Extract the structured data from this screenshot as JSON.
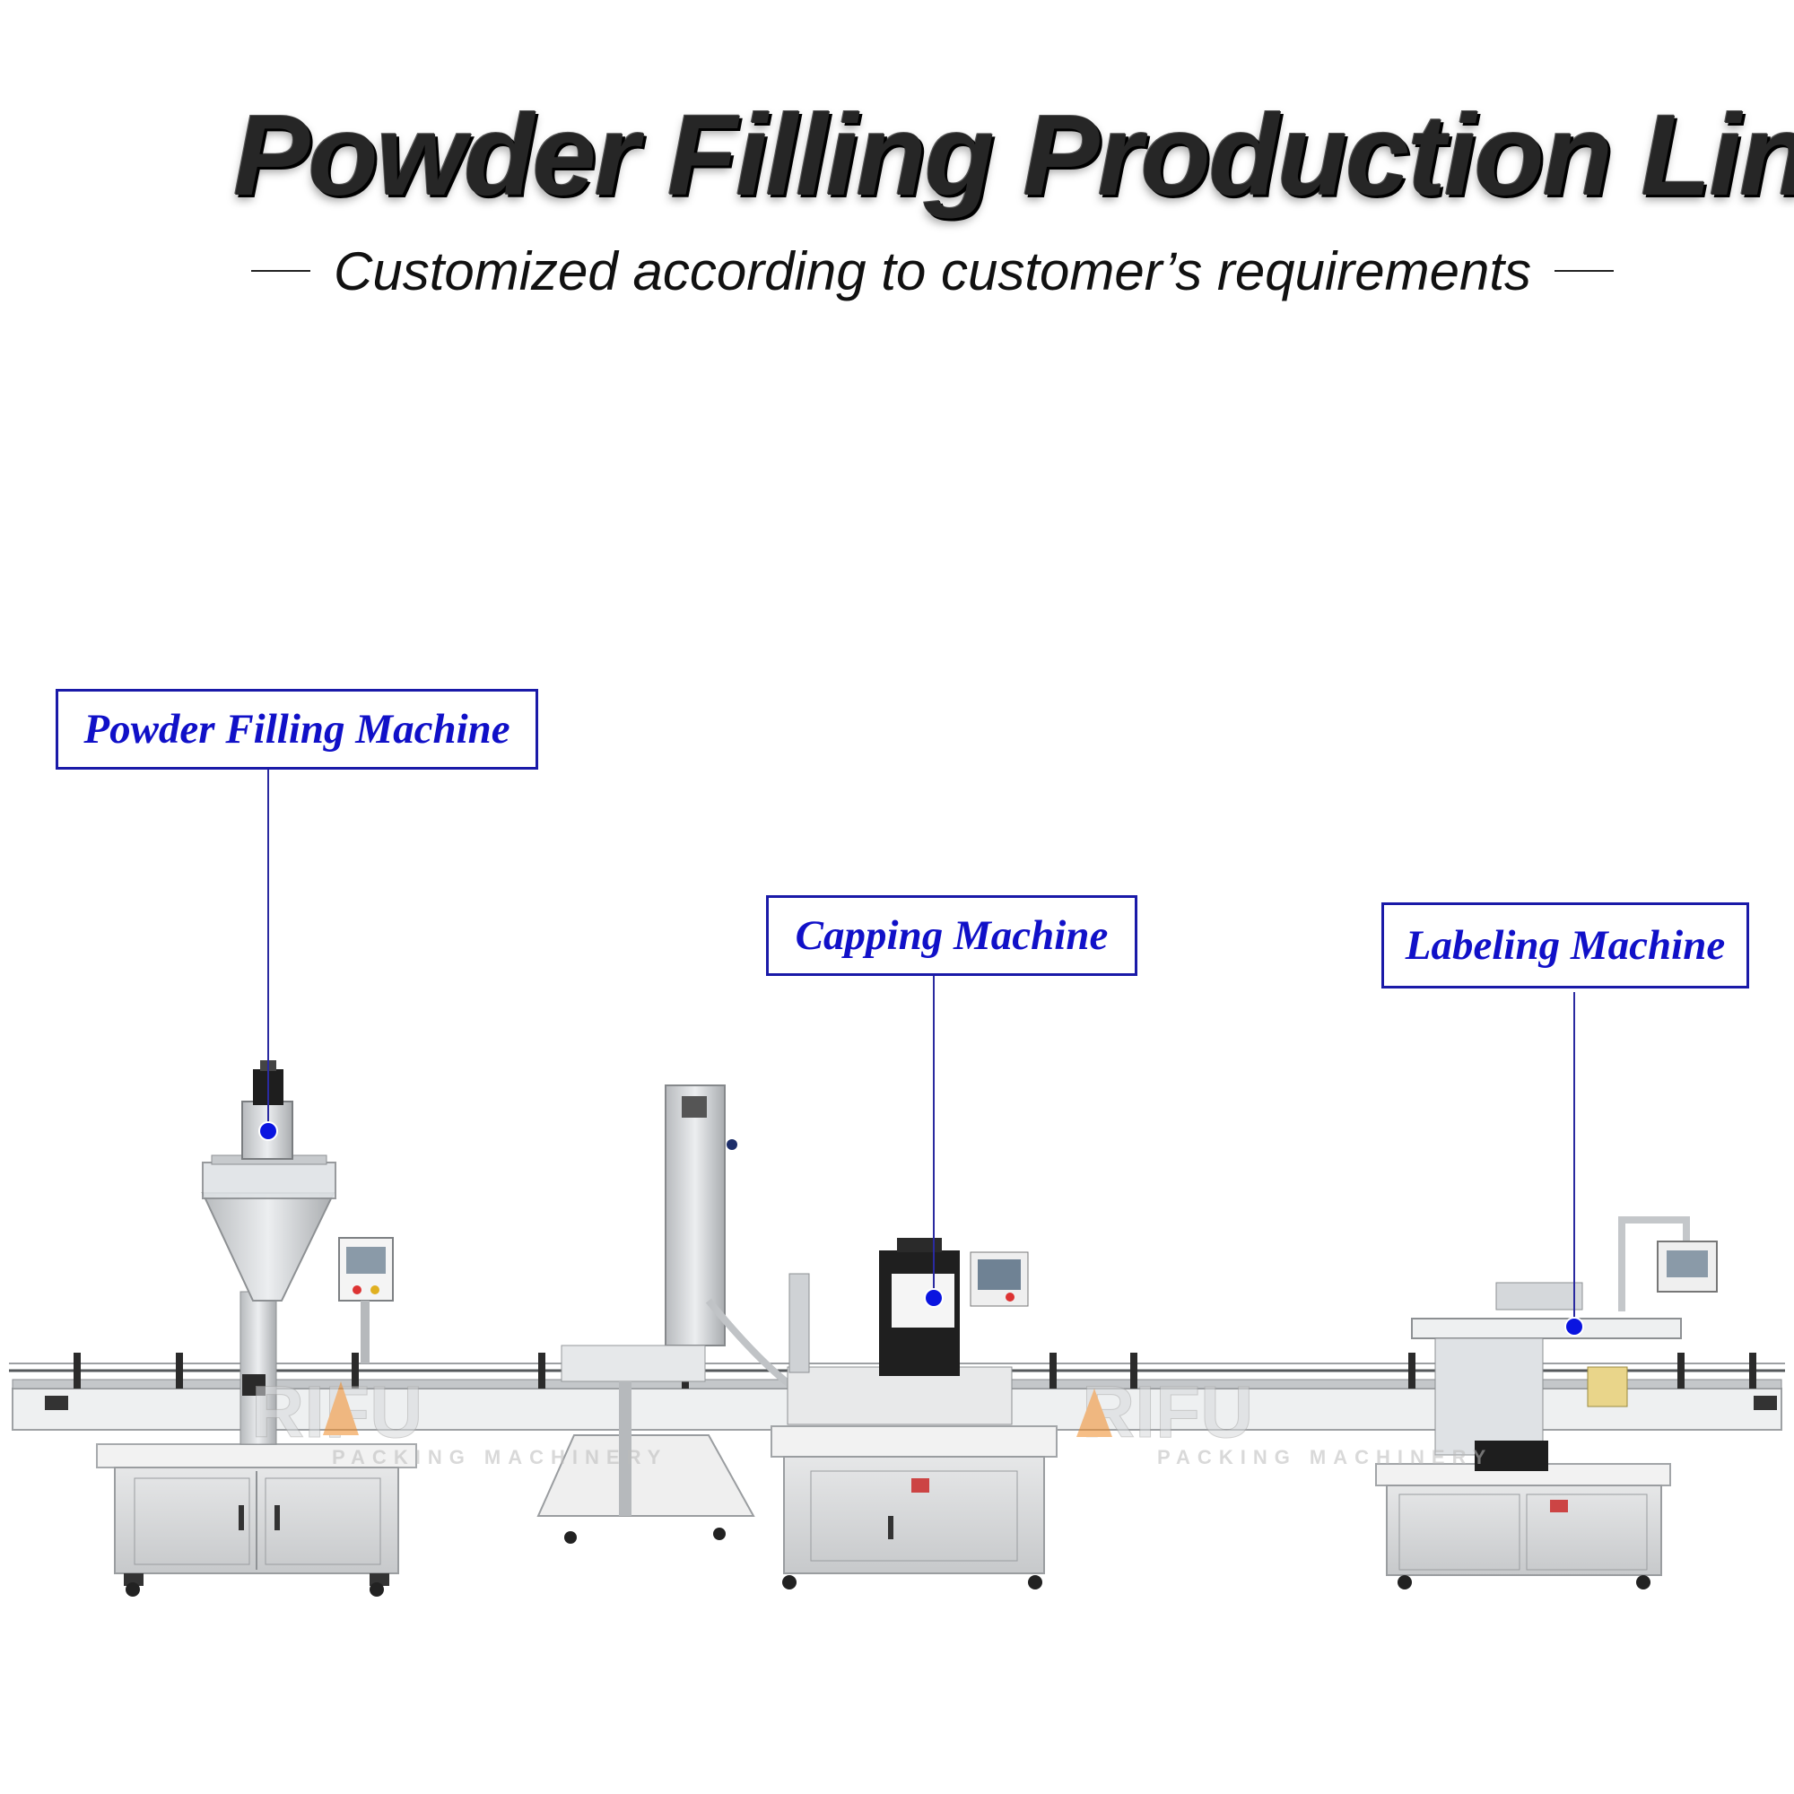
{
  "header": {
    "title": "Powder Filling Production Line",
    "subtitle": "Customized according to customer’s requirements"
  },
  "labels": {
    "powder_filling": "Powder Filling Machine",
    "capping": "Capping Machine",
    "labeling": "Labeling Machine"
  },
  "watermark": {
    "brand": "RIFU",
    "sub": "PACKING MACHINERY"
  },
  "colors": {
    "label_text": "#1010c8",
    "label_border": "#1a1aa8",
    "dot": "#0a14e0",
    "steel": "#c9ccce",
    "watermark_accent": "#f08a24"
  }
}
